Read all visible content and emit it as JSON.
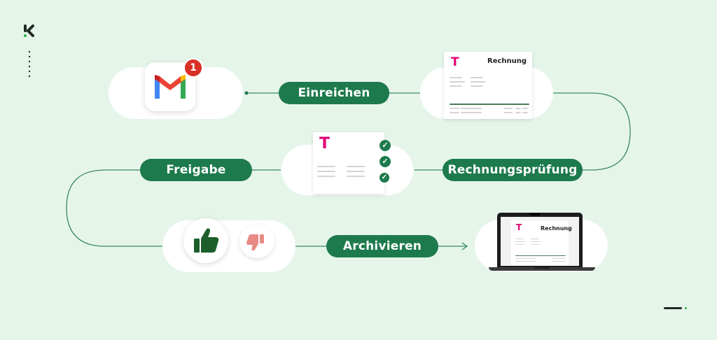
{
  "steps": {
    "submit": "Einreichen",
    "review": "Rechnungsprüfung",
    "approval": "Freigabe",
    "archive": "Archivieren"
  },
  "gmail": {
    "notification_count": "1"
  },
  "invoice": {
    "title": "Rechnung",
    "brand_mark": "T"
  },
  "approval_card": {
    "brand_mark": "T",
    "checks": [
      "✓",
      "✓",
      "✓"
    ]
  },
  "laptop_doc": {
    "title": "Rechnung",
    "brand_mark": "T"
  },
  "colors": {
    "background": "#e6f5ea",
    "accent_green": "#1d7a4c",
    "telekom_magenta": "#e20074",
    "thumbs_down": "#e88a85"
  },
  "icons": [
    "logo-mark-icon",
    "gmail-icon",
    "thumbs-up-icon",
    "thumbs-down-icon",
    "laptop-icon",
    "arrow-right-icon"
  ]
}
